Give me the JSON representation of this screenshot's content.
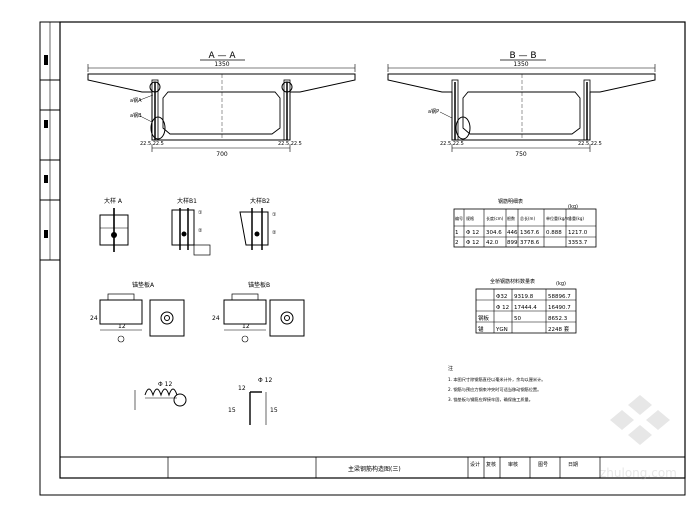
{
  "section_titles": {
    "a": "A — A",
    "b": "B — B"
  },
  "dims": {
    "a_top": "1350",
    "a_bottom": "700",
    "b_top": "1350",
    "b_bottom": "750",
    "a_left_small": "22.5 22.5",
    "a_right_small": "22.5 22.5",
    "b_left_small": "22.5 22.5",
    "b_right_small": "22.5 22.5"
  },
  "labels": {
    "a_tag1": "a钢A",
    "a_tag2": "a钢B",
    "b_tag1": "a钢P",
    "detail_a": "大样 A",
    "detail_b1": "大样B1",
    "detail_b2": "大样B2",
    "blk1": "锚垫板A",
    "blk2": "锚垫板B",
    "dim12": "12",
    "dim24": "24"
  },
  "table1": {
    "title": "钢筋明细表",
    "unit": "(kg)",
    "headers": [
      "编号",
      "规格",
      "长度(cm)",
      "根数",
      "总长(m)",
      "单位重(kg/m)",
      "总重(kg)"
    ],
    "rows": [
      [
        "1",
        "Φ 12",
        "304.6",
        "446",
        "1367.6",
        "0.888",
        "1217.0"
      ],
      [
        "2",
        "Φ 12",
        "42.0",
        "899",
        "3778.6",
        "",
        "3353.7"
      ]
    ]
  },
  "table2": {
    "title": "全桥钢筋材料数量表",
    "unit": "(kg)",
    "rows": [
      [
        "",
        "Φ32",
        "9319.8",
        "58896.7"
      ],
      [
        "",
        "Φ 12",
        "17444.4",
        "16490.7"
      ],
      [
        "钢板",
        "",
        "50",
        "8652.3"
      ],
      [
        "锚",
        "YGN",
        "",
        "2248 套"
      ]
    ]
  },
  "notes": {
    "head": "注",
    "items": [
      "1. 本图尺寸除钢筋直径以毫米计外，余均以厘米计。",
      "2. 钢筋与预应力钢束冲突时可适当移动钢筋位置。",
      "3. 锚垫板与钢筋应焊接牢固，确保施工质量。"
    ]
  },
  "title_block": {
    "drawing_title": "主梁钢筋构造图(三)",
    "cells": [
      "设计",
      "复核",
      "审核",
      "图号",
      "日期"
    ]
  },
  "watermark": "zhulong.com",
  "left_strip": [
    "",
    "",
    "",
    ""
  ]
}
